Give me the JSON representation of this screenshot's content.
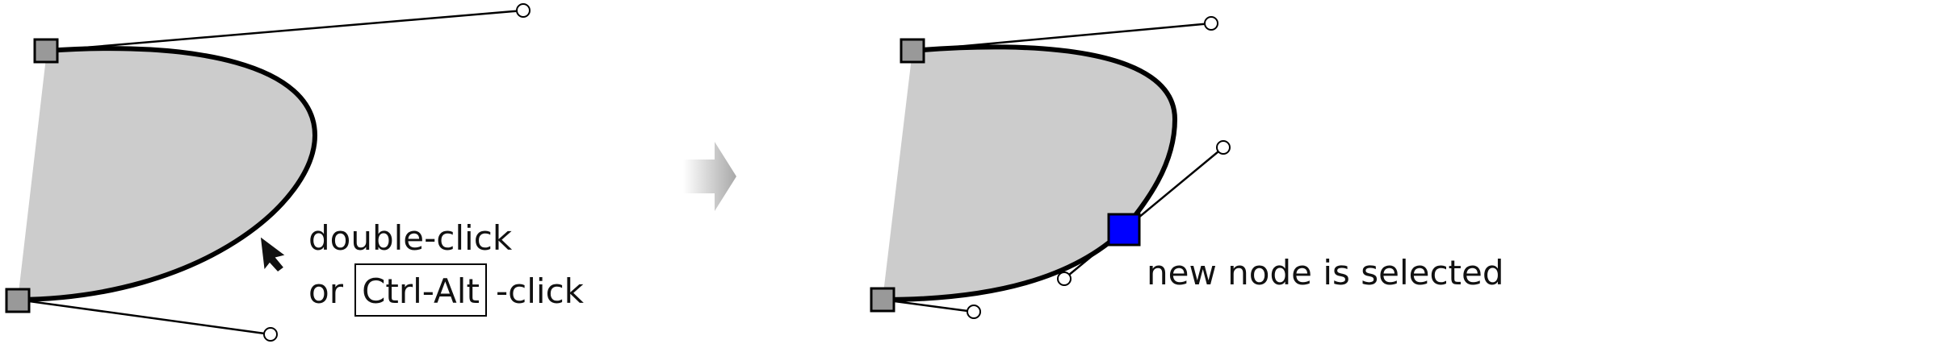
{
  "before": {
    "instruction_line1": "double-click",
    "instruction_or": "or",
    "key_label": "Ctrl-Alt",
    "instruction_suffix": "-click"
  },
  "after": {
    "caption": "new node is selected"
  },
  "colors": {
    "shape_fill": "#cccccc",
    "outline": "#000000",
    "end_node_fill": "#999999",
    "selected_node_fill": "#0000ff",
    "arrow_gradient_start": "#ffffff",
    "arrow_gradient_end": "#a8a8a8"
  },
  "icons": {
    "cursor": "arrow-pointer-icon",
    "transition": "right-arrow-icon"
  }
}
